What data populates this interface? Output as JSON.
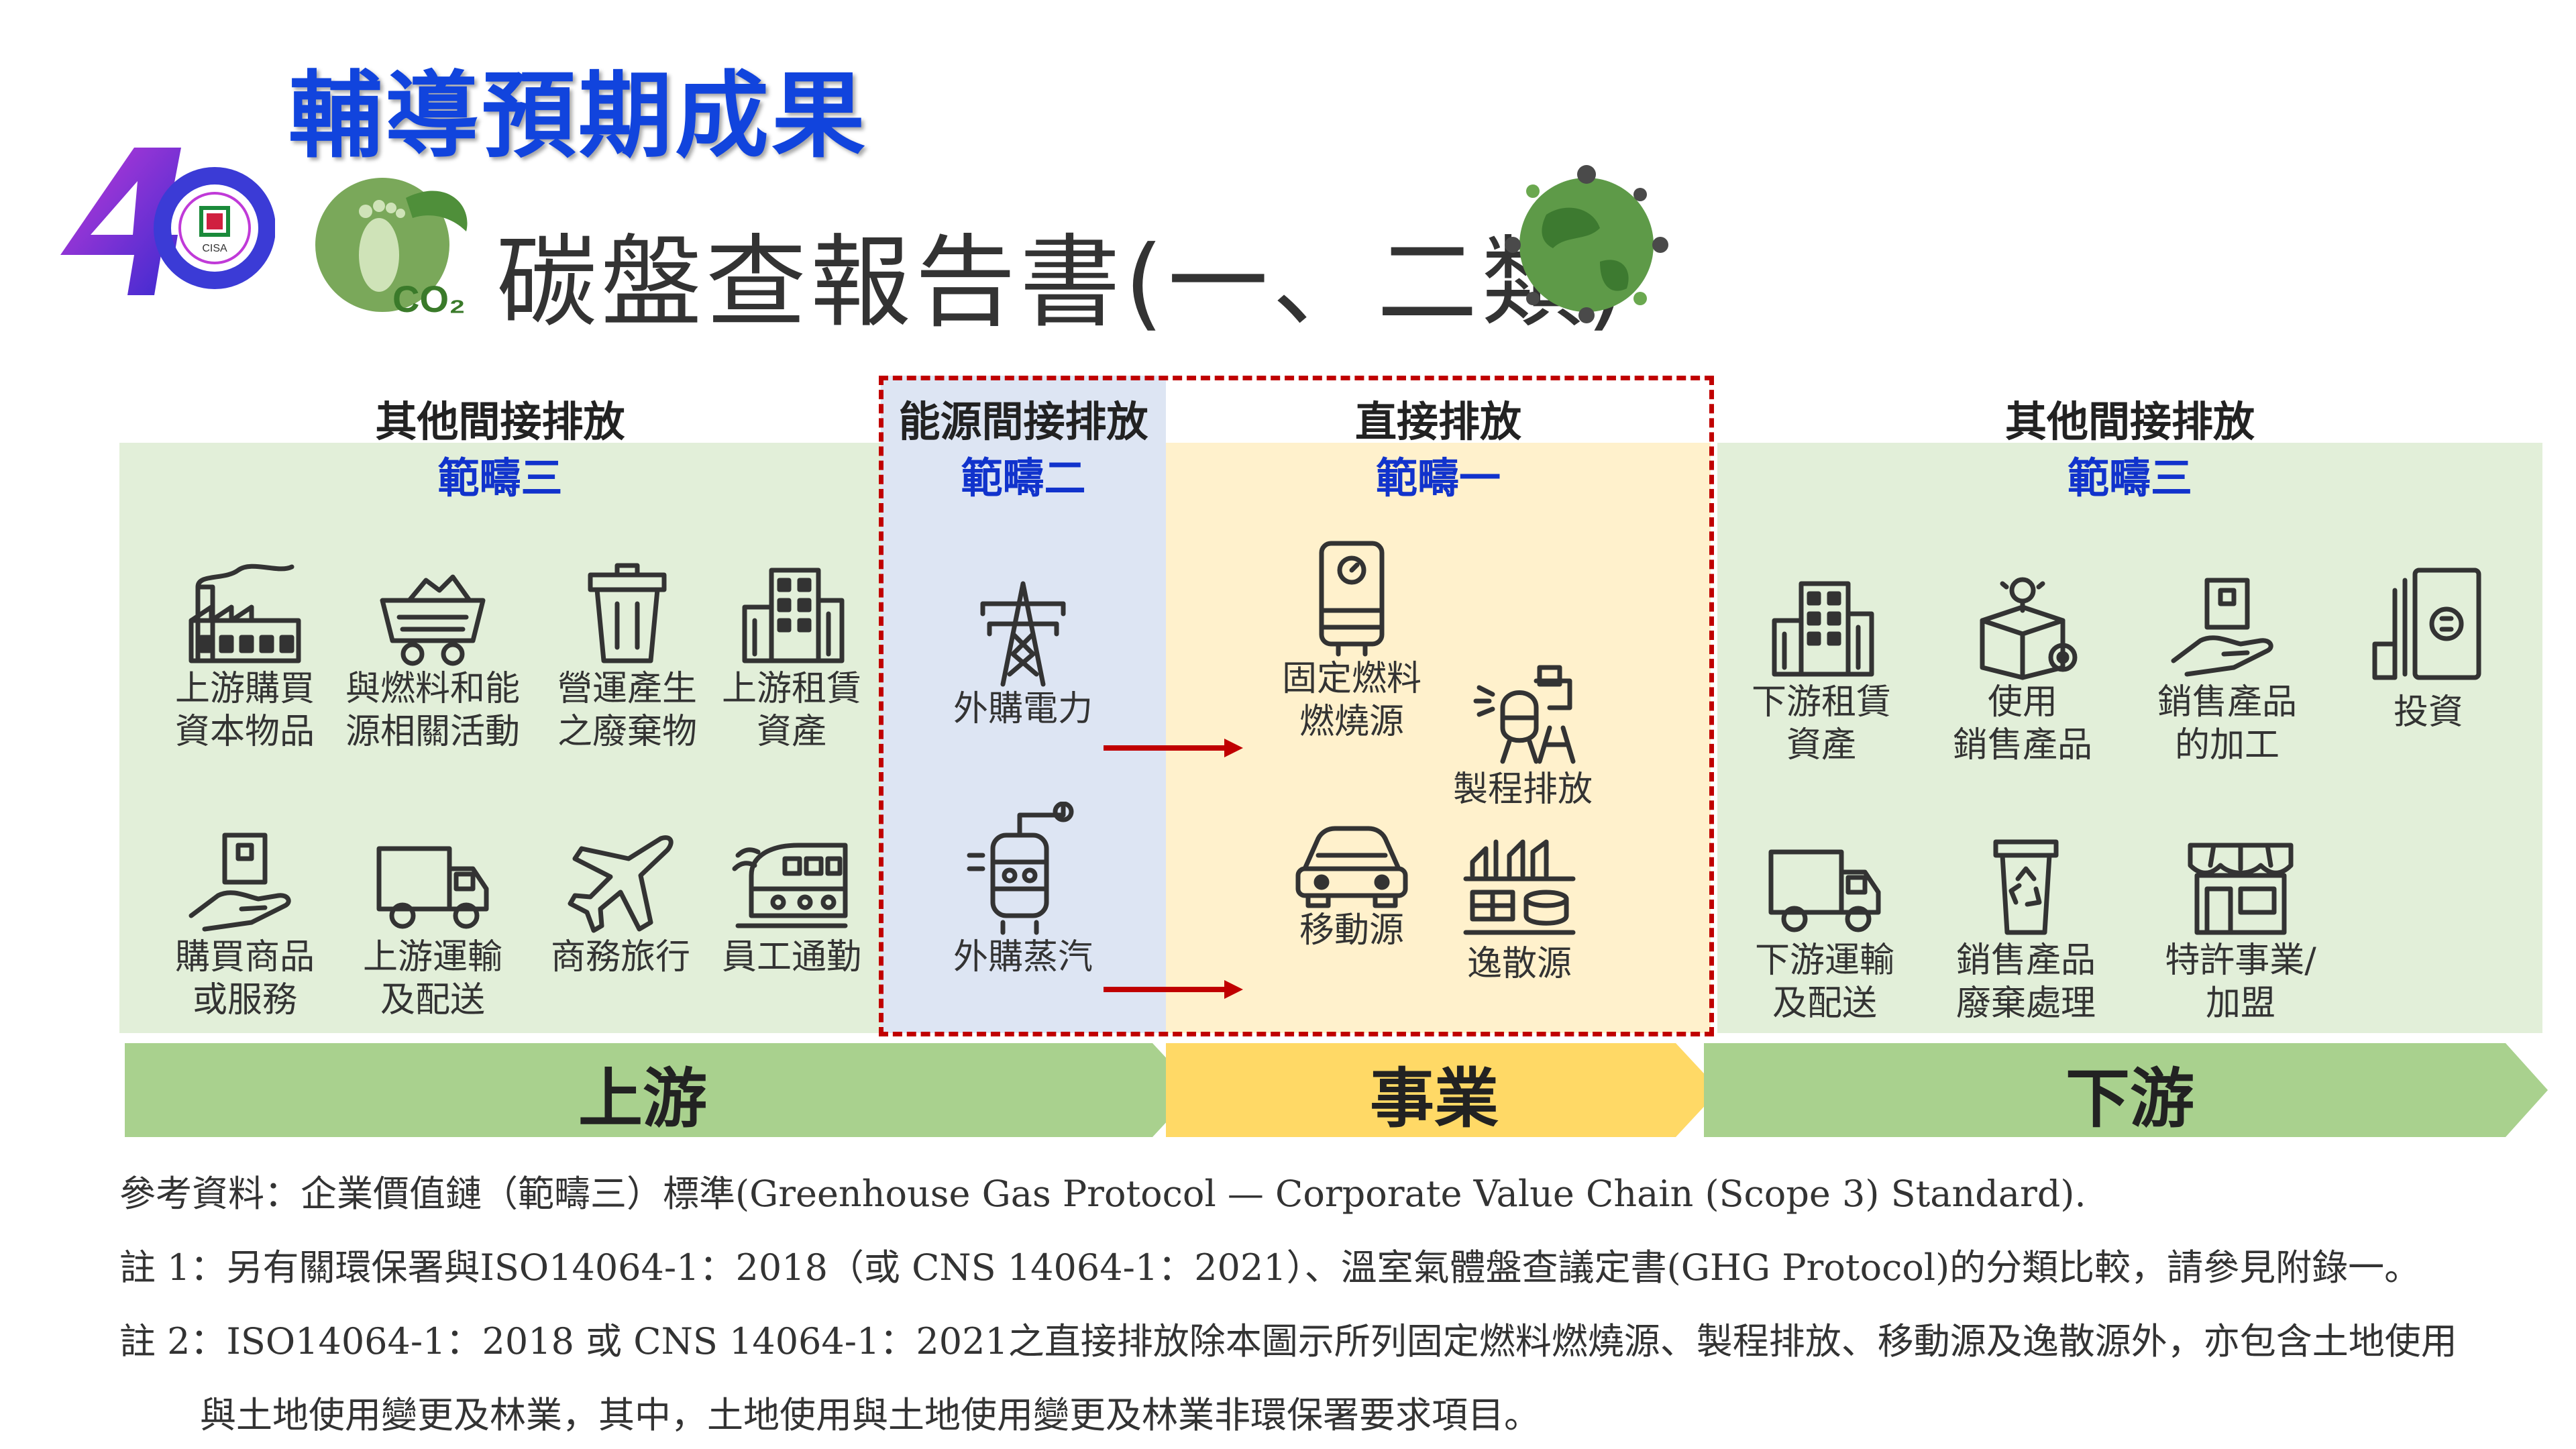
{
  "header": {
    "main_title": "輔導預期成果",
    "report_title": "碳盤查報告書(一、二類)",
    "logo_40_text": "CISA"
  },
  "colors": {
    "title_blue": "#1144dd",
    "scope_blue": "#1133cc",
    "green_panel": "#e2efd9",
    "blue_panel": "#dde5f3",
    "yellow_panel": "#fff1cc",
    "dashed_red": "#c00000",
    "green_bar": "#a9d18e",
    "yellow_bar": "#ffd966"
  },
  "sections": {
    "left": {
      "category": "其他間接排放",
      "scope": "範疇三"
    },
    "energy": {
      "category": "能源間接排放",
      "scope": "範疇二"
    },
    "direct": {
      "category": "直接排放",
      "scope": "範疇一"
    },
    "right": {
      "category": "其他間接排放",
      "scope": "範疇三"
    }
  },
  "upstream_items": [
    {
      "label1": "上游購買",
      "label2": "資本物品",
      "icon": "factory-icon"
    },
    {
      "label1": "與燃料和能",
      "label2": "源相關活動",
      "icon": "coal-cart-icon"
    },
    {
      "label1": "營運產生",
      "label2": "之廢棄物",
      "icon": "trash-bin-icon"
    },
    {
      "label1": "上游租賃",
      "label2": "資產",
      "icon": "buildings-icon"
    },
    {
      "label1": "購買商品",
      "label2": "或服務",
      "icon": "hand-box-icon"
    },
    {
      "label1": "上游運輸",
      "label2": "及配送",
      "icon": "truck-icon"
    },
    {
      "label1": "商務旅行",
      "label2": "",
      "icon": "airplane-icon"
    },
    {
      "label1": "員工通勤",
      "label2": "",
      "icon": "train-icon"
    }
  ],
  "energy_items": [
    {
      "label": "外購電力",
      "icon": "power-tower-icon"
    },
    {
      "label": "外購蒸汽",
      "icon": "boiler-icon"
    }
  ],
  "direct_items": [
    {
      "label1": "固定燃料",
      "label2": "燃燒源",
      "icon": "water-heater-icon"
    },
    {
      "label1": "製程排放",
      "label2": "",
      "icon": "process-icon"
    },
    {
      "label1": "移動源",
      "label2": "",
      "icon": "car-icon"
    },
    {
      "label1": "逸散源",
      "label2": "",
      "icon": "refinery-icon"
    }
  ],
  "downstream_items": [
    {
      "label1": "下游租賃",
      "label2": "資產",
      "icon": "buildings-icon"
    },
    {
      "label1": "使用",
      "label2": "銷售產品",
      "icon": "product-box-icon"
    },
    {
      "label1": "銷售產品",
      "label2": "的加工",
      "icon": "hand-box-icon"
    },
    {
      "label1": "投資",
      "label2": "",
      "icon": "money-hand-icon"
    },
    {
      "label1": "下游運輸",
      "label2": "及配送",
      "icon": "truck-icon"
    },
    {
      "label1": "銷售產品",
      "label2": "廢棄處理",
      "icon": "recycle-bin-icon"
    },
    {
      "label1": "特許事業/",
      "label2": "加盟",
      "icon": "storefront-icon"
    }
  ],
  "bars": {
    "upstream": "上游",
    "business": "事業",
    "downstream": "下游"
  },
  "notes": [
    "參考資料：企業價值鏈（範疇三）標準(Greenhouse Gas Protocol — Corporate Value Chain (Scope 3) Standard).",
    "註 1：另有關環保署與ISO14064-1：2018（或 CNS 14064-1：2021）、溫室氣體盤查議定書(GHG Protocol)的分類比較，請參見附錄一。",
    "註 2：ISO14064-1：2018 或 CNS 14064-1：2021之直接排放除本圖示所列固定燃料燃燒源、製程排放、移動源及逸散源外，亦包含土地使用",
    "與土地使用變更及林業，其中，土地使用與土地使用變更及林業非環保署要求項目。"
  ]
}
